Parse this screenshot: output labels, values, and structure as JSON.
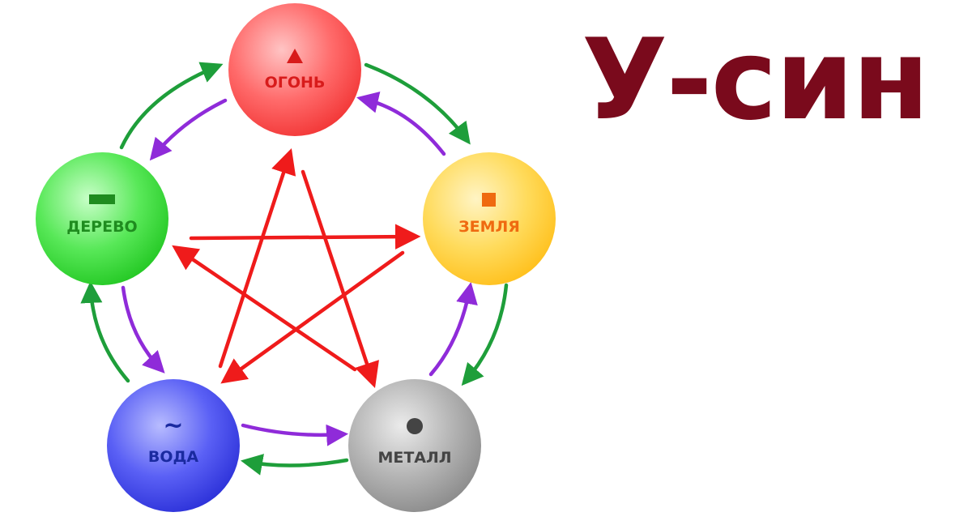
{
  "title": "У-син",
  "colors": {
    "title": "#7a0a1c",
    "generating_arrow": "#1e9e3a",
    "reverse_arrow": "#8f2bd9",
    "controlling_arrow": "#ef1b1b"
  },
  "elements": {
    "fire": {
      "label": "ОГОНЬ",
      "symbol": "triangle-icon",
      "color": "#ff5a5a",
      "label_color": "#d81b1b"
    },
    "earth": {
      "label": "ЗЕМЛЯ",
      "symbol": "square-icon",
      "color": "#ffd24a",
      "label_color": "#ef6a10"
    },
    "metal": {
      "label": "МЕТАЛЛ",
      "symbol": "circle-icon",
      "color": "#a8a8a8",
      "label_color": "#444444"
    },
    "water": {
      "label": "ВОДА",
      "symbol": "wave-icon",
      "color": "#4a50f0",
      "label_color": "#1a2aa0",
      "symbol_text": "~"
    },
    "wood": {
      "label": "ДЕРЕВО",
      "symbol": "bar-icon",
      "color": "#4ee44e",
      "label_color": "#1f8c1f"
    }
  }
}
